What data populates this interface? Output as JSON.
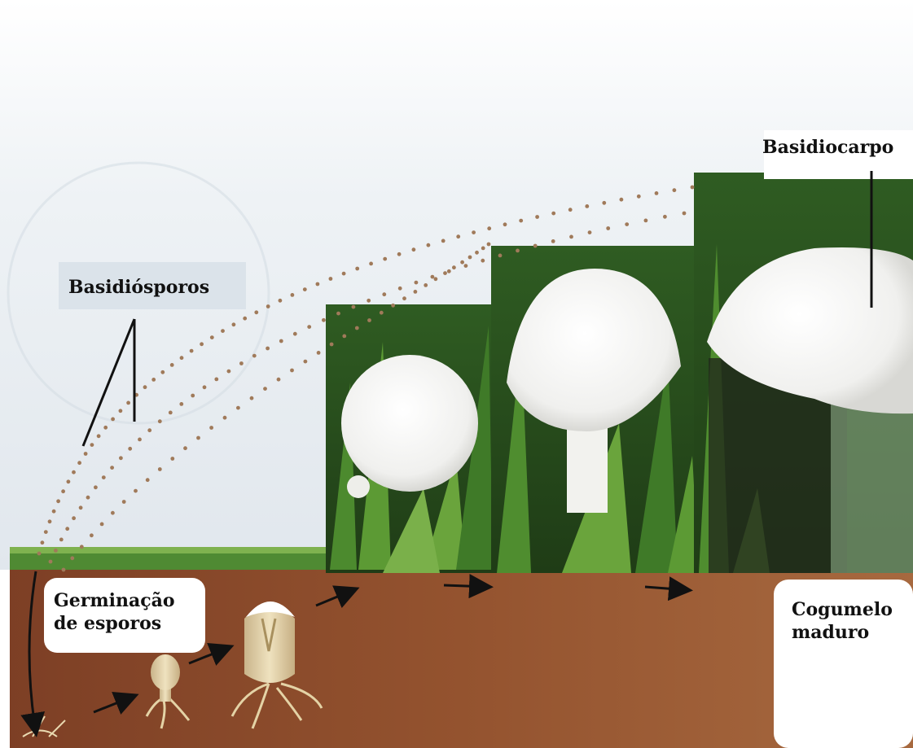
{
  "labels": {
    "spores": "Basidiósporos",
    "fruiting_body": "Basidiocarpo",
    "germination_line1": "Germinação",
    "germination_line2": "de esporos",
    "mature_line1": "Cogumelo",
    "mature_line2": "maduro"
  },
  "colors": {
    "sky": "#e8edf2",
    "soil": "#8a4a2c",
    "grass": "#3f7a2c",
    "spore_dot": "#a07a5a",
    "mushroom": "#f4f4f2",
    "arrow": "#111111",
    "label_box": "#dfe7ee"
  },
  "stages": [
    {
      "name": "button",
      "description_icon": "round-mushroom-photo"
    },
    {
      "name": "young",
      "description_icon": "young-mushroom-photo"
    },
    {
      "name": "mature",
      "description_icon": "mature-mushroom-photo"
    }
  ]
}
